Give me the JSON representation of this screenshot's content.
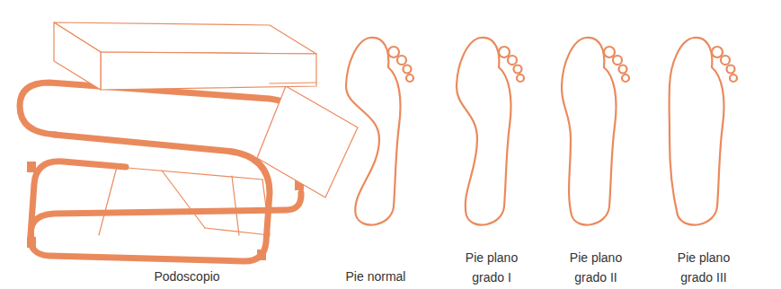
{
  "diagram": {
    "labels": [
      "Podoscopio",
      "Pie normal",
      "Pie plano grado I",
      "Pie plano grado II",
      "Pie plano grado III"
    ]
  }
}
